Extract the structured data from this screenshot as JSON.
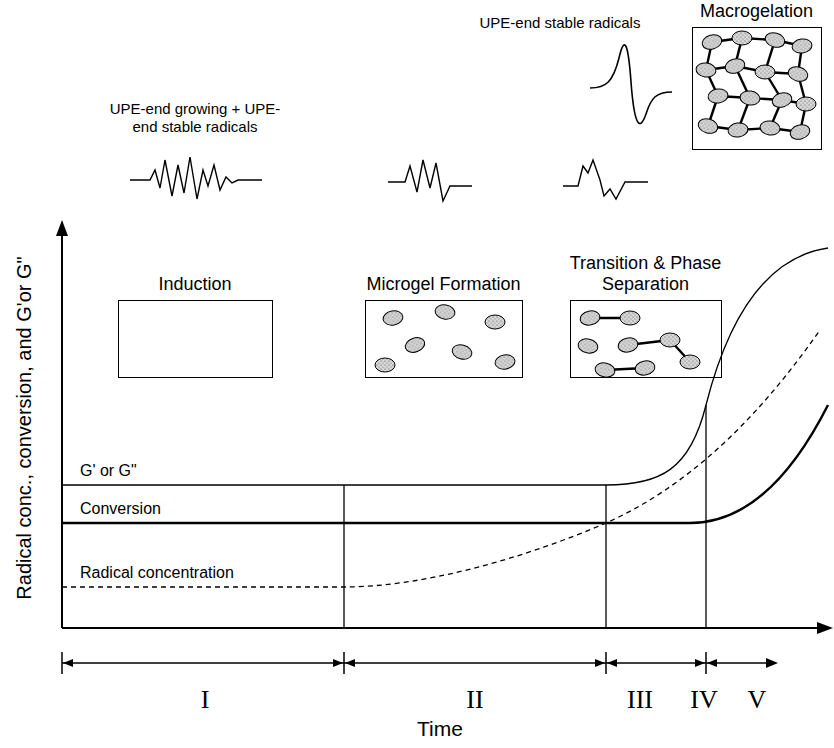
{
  "diagram": {
    "nodes": [
      {
        "text": [
          "Induction"
        ]
      },
      {
        "text": [
          "Microgel Formation"
        ]
      },
      {
        "text": [
          "Transition & Phase Separation"
        ]
      },
      {
        "text": [
          "Macrogelation"
        ]
      }
    ],
    "labels": [
      "UPE-end growing + UPE-end stable radicals",
      "UPE-end stable radicals",
      "G' or G\"",
      "Conversion",
      "Radical concentration",
      "Radical conc., conversion, and G'or G\"",
      "I",
      "II",
      "III",
      "IV",
      "V",
      "Time"
    ]
  }
}
